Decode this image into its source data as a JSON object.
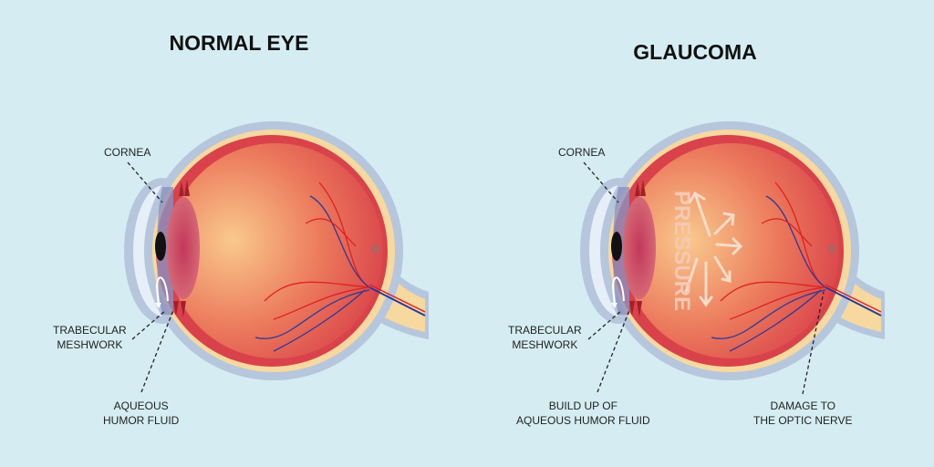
{
  "titles": {
    "normal": "NORMAL EYE",
    "glaucoma": "GLAUCOMA"
  },
  "normal_labels": {
    "cornea": "CORNEA",
    "trabecular_1": "TRABECULAR",
    "trabecular_2": "MESHWORK",
    "aqueous_1": "AQUEOUS",
    "aqueous_2": "HUMOR FLUID"
  },
  "glaucoma_labels": {
    "cornea": "CORNEA",
    "trabecular_1": "TRABECULAR",
    "trabecular_2": "MESHWORK",
    "buildup_1": "BUILD UP OF",
    "buildup_2": "AQUEOUS HUMOR FLUID",
    "damage_1": "DAMAGE TO",
    "damage_2": "THE OPTIC NERVE",
    "pressure": "PRESSURE"
  },
  "colors": {
    "background": "#d5edf2",
    "sclera": "#b6c6dc",
    "retina": "#e0584a",
    "vitreous_center": "#f8c48a",
    "nerve": "#f7d9a0"
  }
}
